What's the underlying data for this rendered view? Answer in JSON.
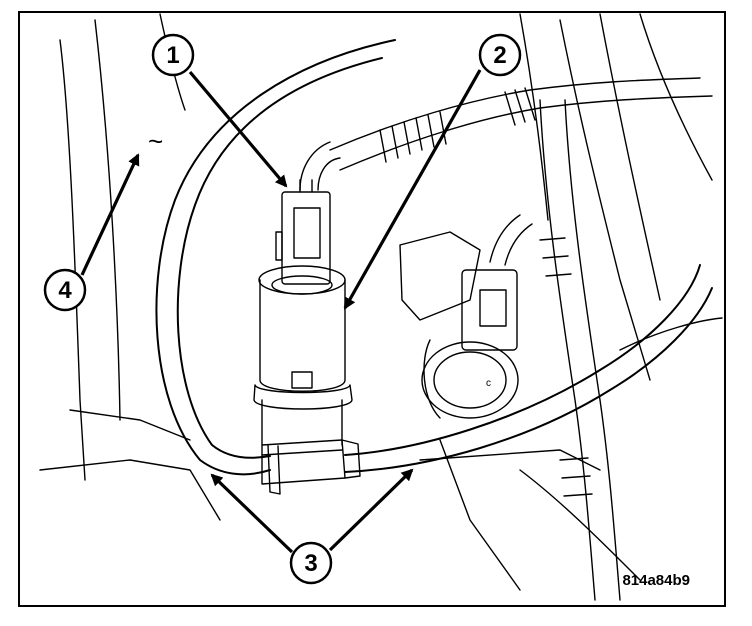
{
  "callouts": [
    {
      "id": "1",
      "label": "1"
    },
    {
      "id": "2",
      "label": "2"
    },
    {
      "id": "3",
      "label": "3"
    },
    {
      "id": "4",
      "label": "4"
    }
  ],
  "figure_code": "814a84b9",
  "marks": {
    "tilde": "~",
    "small_c": "c"
  }
}
